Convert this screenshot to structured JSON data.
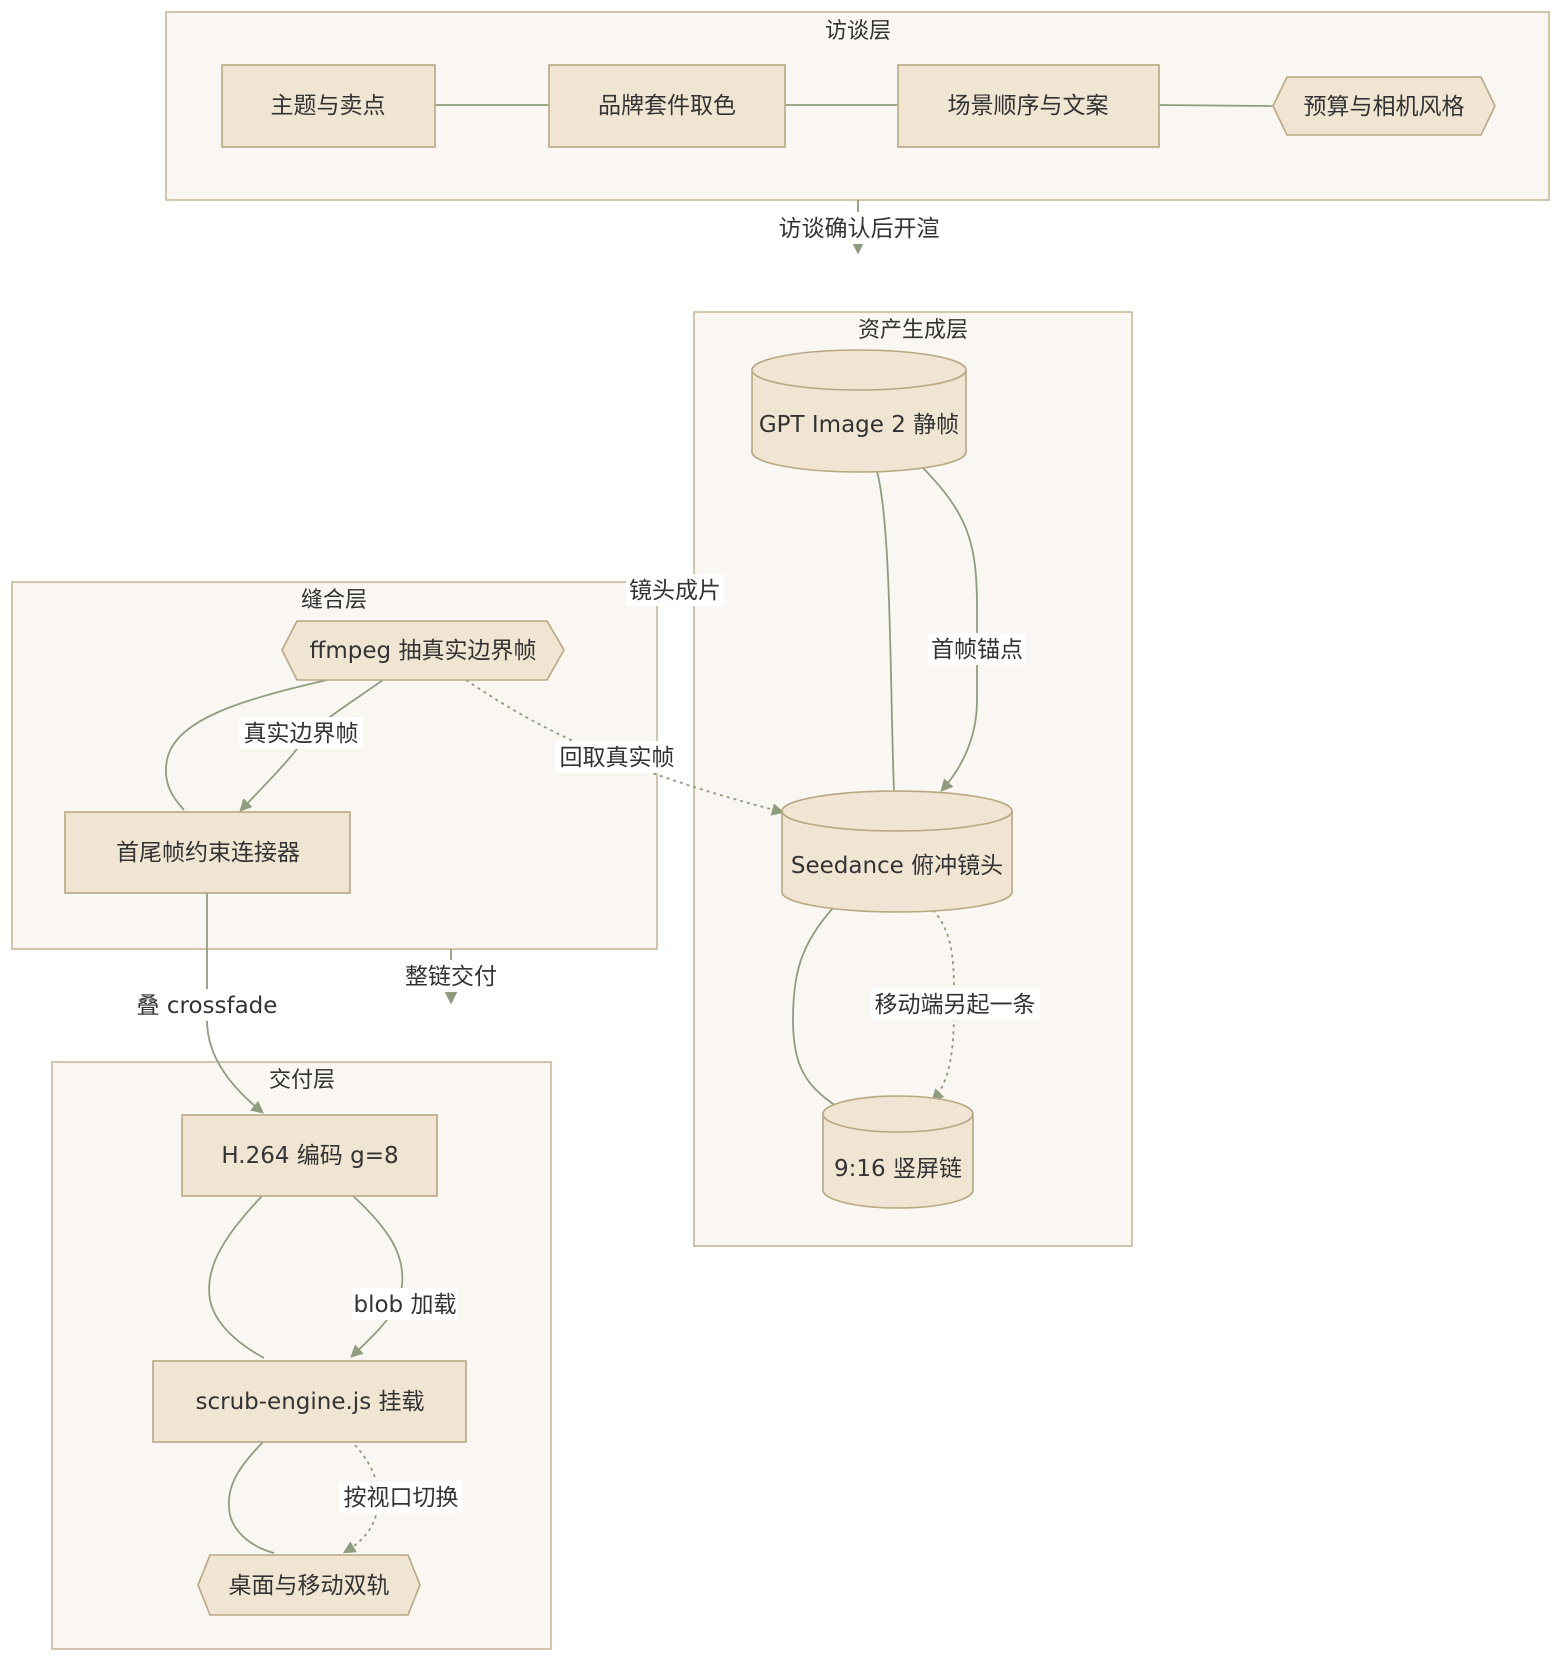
{
  "colors": {
    "cluster_fill": "#faf7f2",
    "cluster_stroke": "#c8b89a",
    "node_fill": "#f0e4d2",
    "node_stroke": "#b7a785",
    "edge": "#8f9c80",
    "text": "#333333"
  },
  "clusters": {
    "interview": "访谈层",
    "assets": "资产生成层",
    "stitch": "缝合层",
    "delivery": "交付层"
  },
  "nodes": {
    "theme": "主题与卖点",
    "brand": "品牌套件取色",
    "scene": "场景顺序与文案",
    "budget": "预算与相机风格",
    "gpt": "GPT Image 2 静帧",
    "seedance": "Seedance 俯冲镜头",
    "vertical": "9:16 竖屏链",
    "ffmpeg": "ffmpeg 抽真实边界帧",
    "connector": "首尾帧约束连接器",
    "h264": "H.264 编码 g=8",
    "scrub": "scrub-engine.js 挂载",
    "dual": "桌面与移动双轨"
  },
  "edges": {
    "render_after_confirm": "访谈确认后开渲",
    "first_frame_anchor": "首帧锚点",
    "shot_done": "镜头成片",
    "real_boundary_frame": "真实边界帧",
    "fetch_real_frame": "回取真实帧",
    "mobile_chain": "移动端另起一条",
    "full_chain_delivery": "整链交付",
    "crossfade": "叠 crossfade",
    "blob_load": "blob 加载",
    "viewport_switch": "按视口切换"
  }
}
